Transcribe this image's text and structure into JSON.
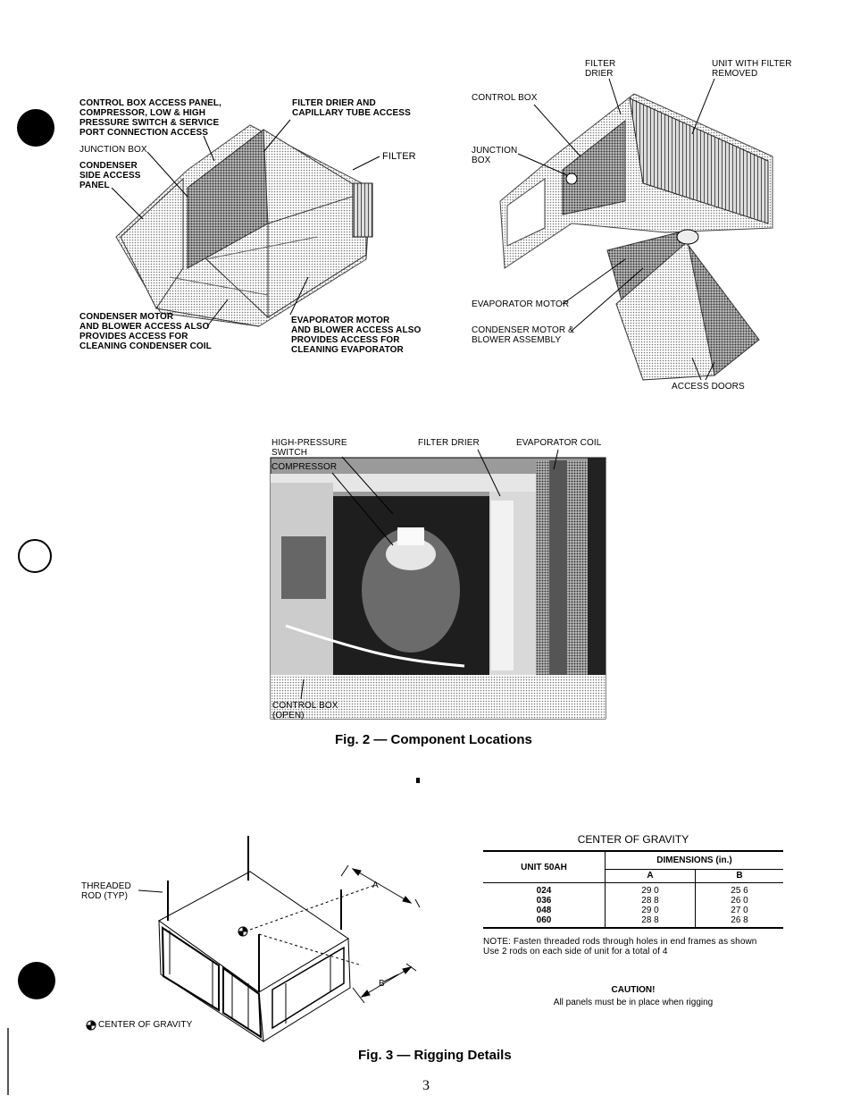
{
  "fig2": {
    "left_labels": {
      "control_box_panel": "CONTROL BOX ACCESS PANEL,\nCOMPRESSOR, LOW & HIGH\nPRESSURE SWITCH & SERVICE\nPORT CONNECTION ACCESS",
      "filter_drier_cap": "FILTER DRIER AND\nCAPILLARY TUBE ACCESS",
      "junction_box": "JUNCTION BOX",
      "condenser_side": "CONDENSER\nSIDE ACCESS\nPANEL",
      "filter": "FILTER",
      "condenser_motor": "CONDENSER MOTOR\nAND BLOWER ACCESS ALSO\nPROVIDES ACCESS FOR\nCLEANING CONDENSER COIL",
      "evaporator_motor": "EVAPORATOR MOTOR\nAND BLOWER ACCESS ALSO\nPROVIDES ACCESS FOR\nCLEANING EVAPORATOR"
    },
    "right_labels": {
      "filter_drier": "FILTER\nDRIER",
      "unit_filter_removed": "UNIT WITH FILTER\nREMOVED",
      "control_box": "CONTROL BOX",
      "junction_box": "JUNCTION\nBOX",
      "evaporator_motor": "EVAPORATOR MOTOR",
      "condenser_motor_blower": "CONDENSER MOTOR &\nBLOWER ASSEMBLY",
      "access_doors": "ACCESS DOORS"
    },
    "photo_labels": {
      "high_pressure": "HIGH-PRESSURE\nSWITCH",
      "compressor": "COMPRESSOR",
      "filter_drier": "FILTER DRIER",
      "evaporator_coil": "EVAPORATOR COIL",
      "control_box_open": "CONTROL BOX\n(OPEN)"
    },
    "caption": "Fig. 2 — Component Locations"
  },
  "fig3": {
    "threaded_rod": "THREADED\nROD (TYP)",
    "dim_a": "A",
    "dim_b": "B",
    "center_of_gravity_legend": "CENTER OF GRAVITY",
    "table_title": "CENTER OF GRAVITY",
    "table_header_unit": "UNIT 50AH",
    "table_header_dims": "DIMENSIONS (in.)",
    "table_col_a": "A",
    "table_col_b": "B",
    "rows": [
      {
        "unit": "024",
        "a": "29 0",
        "b": "25 6"
      },
      {
        "unit": "036",
        "a": "28 8",
        "b": "26 0"
      },
      {
        "unit": "048",
        "a": "29 0",
        "b": "27 0"
      },
      {
        "unit": "060",
        "a": "28 8",
        "b": "26 8"
      }
    ],
    "note": "NOTE: Fasten threaded rods through holes in end frames as shown\nUse 2 rods on each side of unit for a total of 4",
    "caution_title": "CAUTION!",
    "caution_text": "All panels must be in place when rigging",
    "caption": "Fig. 3 — Rigging Details"
  },
  "page_number": "3"
}
